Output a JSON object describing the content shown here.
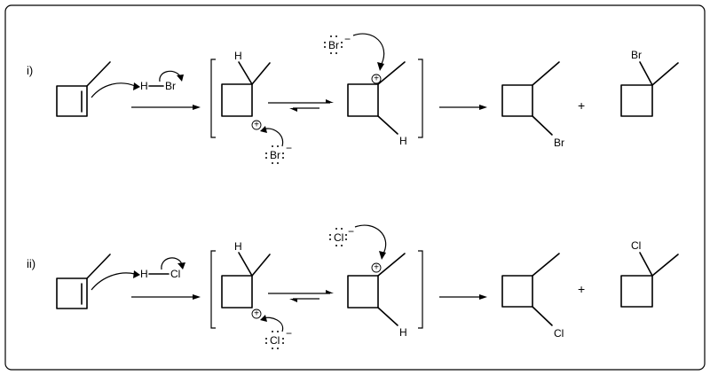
{
  "rows": [
    {
      "label": "i)",
      "reagent_h": "H",
      "reagent_x": "Br",
      "intermediate_h": "H",
      "nucleophile": "Br",
      "nucleophile_charge": "−",
      "carbocation_charge": "+",
      "product_a_substituent": "Br",
      "product_b_substituent": "Br",
      "plus": "+"
    },
    {
      "label": "ii)",
      "reagent_h": "H",
      "reagent_x": "Cl",
      "intermediate_h": "H",
      "nucleophile": "Cl",
      "nucleophile_charge": "−",
      "carbocation_charge": "+",
      "product_a_substituent": "Cl",
      "product_b_substituent": "Cl",
      "plus": "+"
    }
  ]
}
